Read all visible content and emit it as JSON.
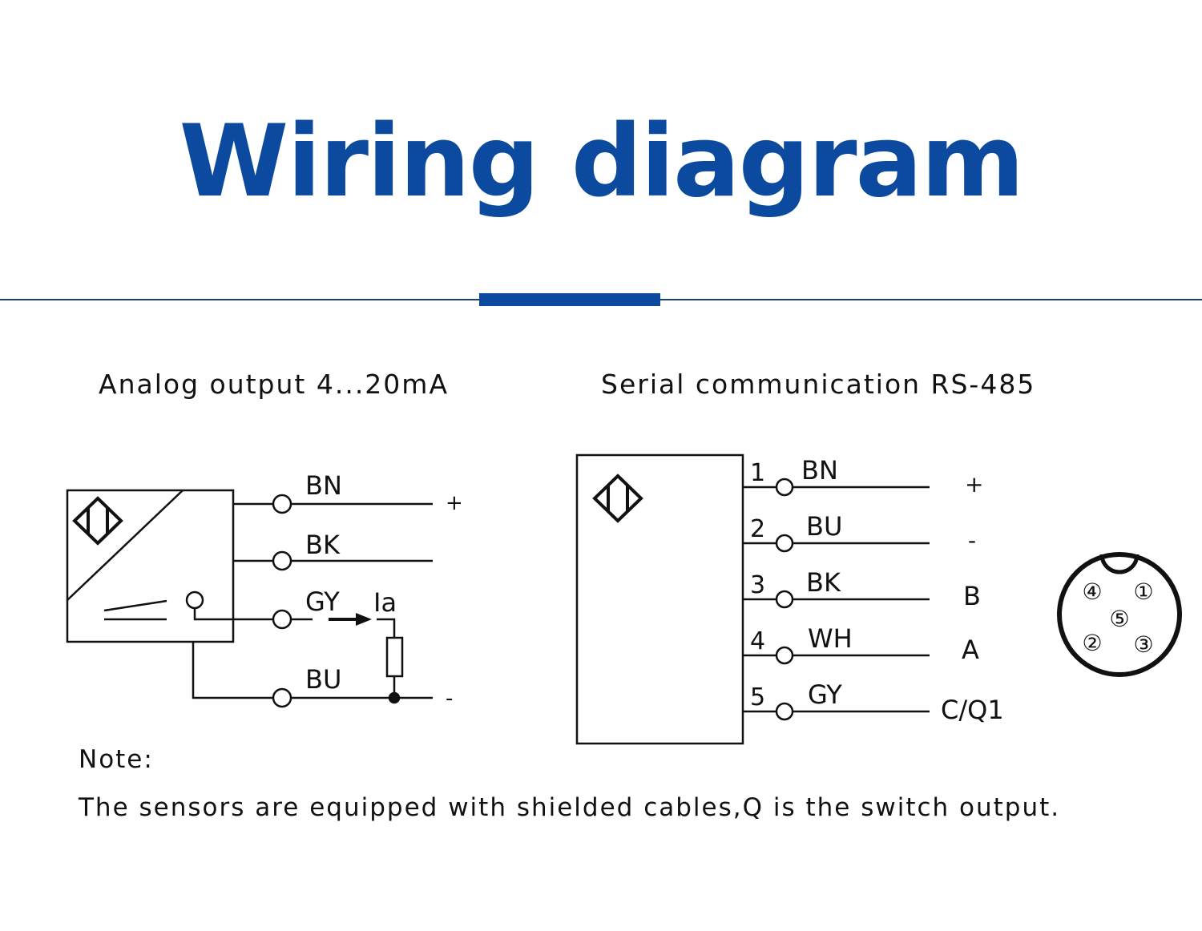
{
  "title": "Wiring diagram",
  "colors": {
    "accent": "#0b4a9e",
    "rule": "#1a3f70",
    "ink": "#111111"
  },
  "analog": {
    "heading": "Analog output 4...20mA",
    "wires": [
      {
        "color": "BN",
        "terminal": "+"
      },
      {
        "color": "BK",
        "terminal": ""
      },
      {
        "color": "GY",
        "terminal": ""
      },
      {
        "color": "BU",
        "terminal": "-"
      }
    ],
    "current_label": "Ia",
    "sensor_icon": "sensor-diamond-icon"
  },
  "serial": {
    "heading": "Serial communication RS-485",
    "pins": [
      {
        "num": "1",
        "color": "BN",
        "signal": "+"
      },
      {
        "num": "2",
        "color": "BU",
        "signal": "-"
      },
      {
        "num": "3",
        "color": "BK",
        "signal": "B"
      },
      {
        "num": "4",
        "color": "WH",
        "signal": "A"
      },
      {
        "num": "5",
        "color": "GY",
        "signal": "C/Q1"
      }
    ],
    "connector_pins": [
      "④",
      "①",
      "⑤",
      "②",
      "③"
    ],
    "sensor_icon": "sensor-diamond-icon"
  },
  "note": {
    "label": "Note:",
    "text": "The sensors are equipped with shielded cables,Q is the switch output."
  }
}
